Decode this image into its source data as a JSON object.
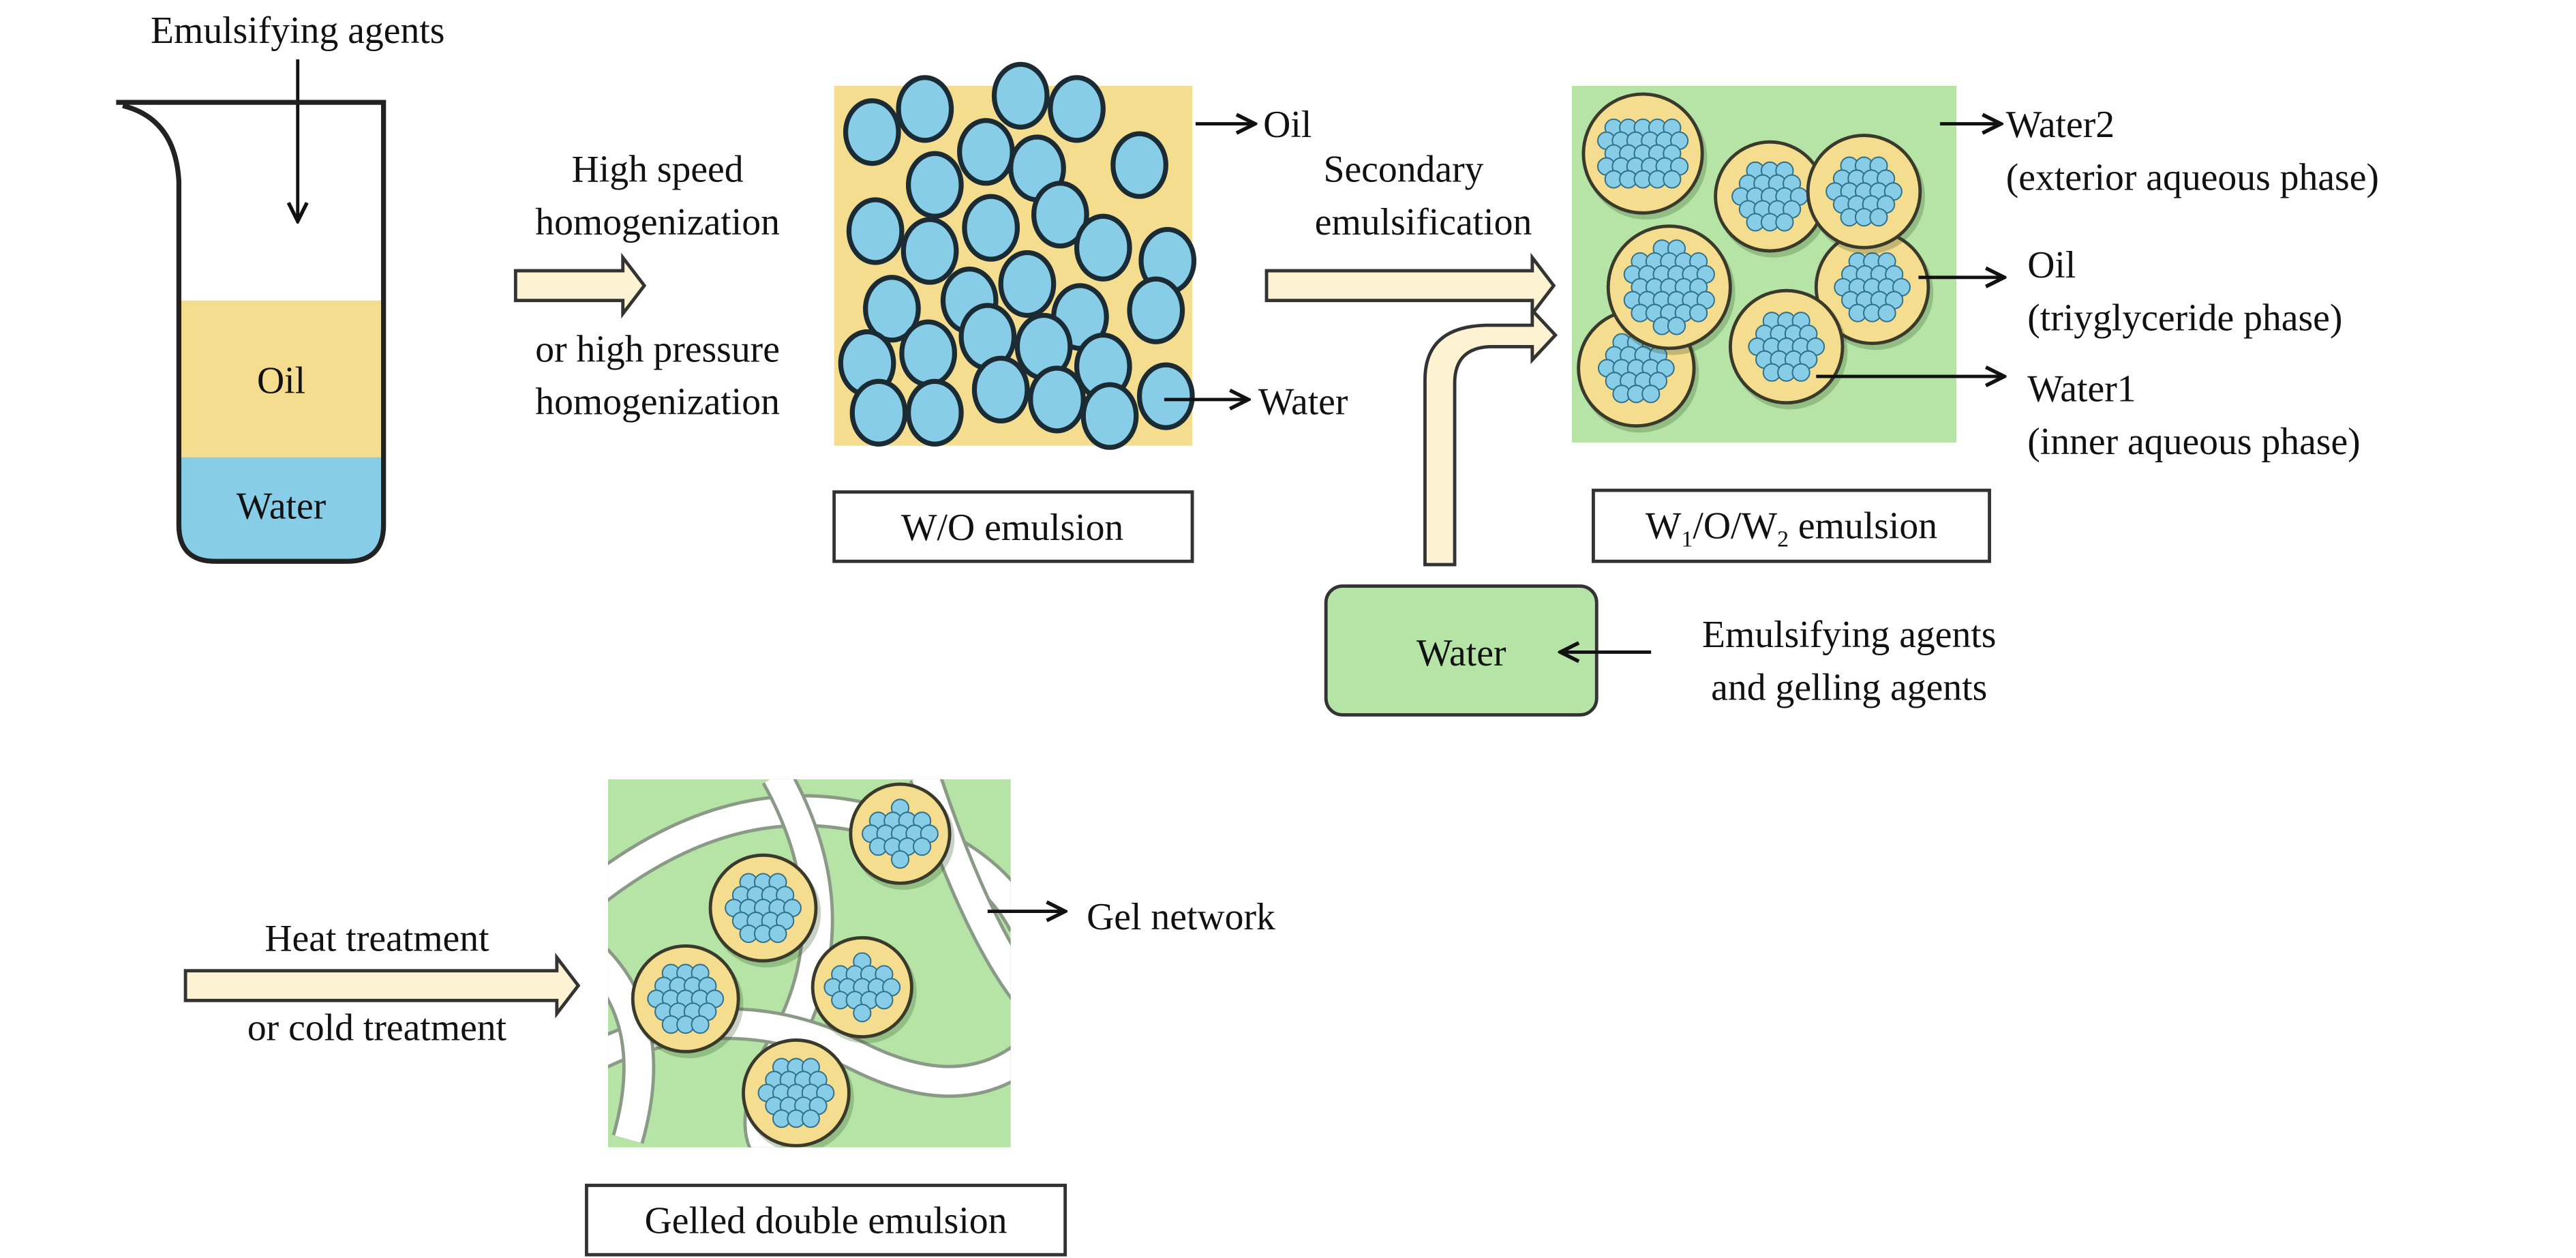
{
  "colors": {
    "oil": "#f5dd8f",
    "water": "#87cde8",
    "outer_water": "#b6e4a6",
    "arrow_fill": "#fdf3d2",
    "gel": "#ffffff"
  },
  "step1": {
    "input_label": "Emulsifying agents",
    "oil_label": "Oil",
    "water_label": "Water"
  },
  "step2": {
    "line1": "High speed",
    "line2": "homogenization",
    "line3": "or high pressure",
    "line4": "homogenization"
  },
  "wo": {
    "oil_label": "Oil",
    "water_label": "Water",
    "caption": "W/O emulsion"
  },
  "step3": {
    "line1": "Secondary",
    "line2": "emulsification"
  },
  "double": {
    "water2": "Water2",
    "water2_desc": "(exterior aqueous phase)",
    "oil": "Oil",
    "oil_desc": "(triyglyceride phase)",
    "water1": "Water1",
    "water1_desc": "(inner aqueous phase)",
    "caption_w": "W",
    "caption_sub1": "1",
    "caption_mid": "/O/W",
    "caption_sub2": "2",
    "caption_rest": " emulsion"
  },
  "water_box": {
    "label": "Water",
    "additives_line1": "Emulsifying agents",
    "additives_line2": "and gelling agents"
  },
  "step4": {
    "line1": "Heat treatment",
    "line2": "or cold treatment"
  },
  "gelled": {
    "gel_label": "Gel network",
    "caption": "Gelled double emulsion"
  }
}
